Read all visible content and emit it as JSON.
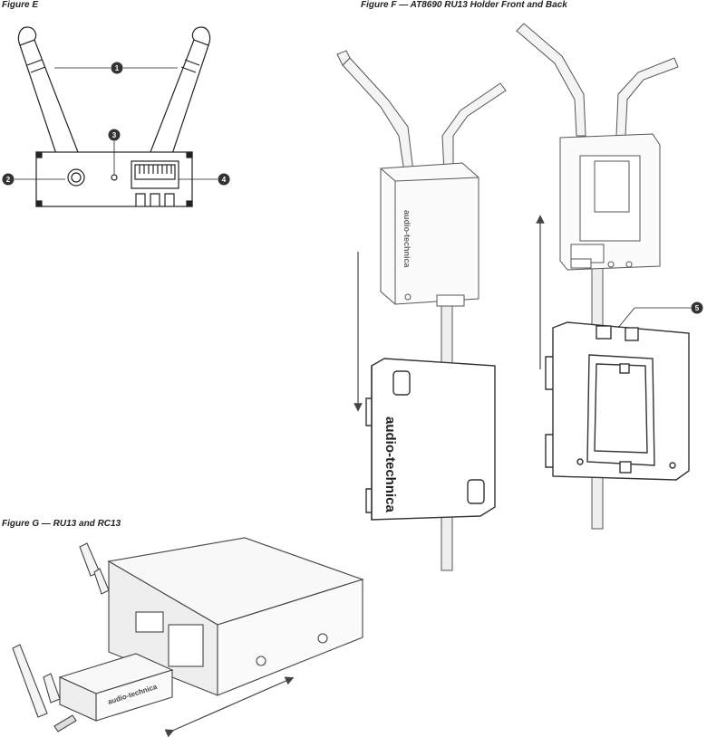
{
  "figures": {
    "figure_e": {
      "caption": "Figure E",
      "callouts": [
        "1",
        "2",
        "3",
        "4"
      ]
    },
    "figure_f": {
      "caption": "Figure F — AT8690 RU13 Holder Front and Back",
      "callouts": [
        "5"
      ]
    },
    "figure_g": {
      "caption": "Figure G — RU13 and RC13"
    }
  },
  "brand_text": "audio-technica"
}
